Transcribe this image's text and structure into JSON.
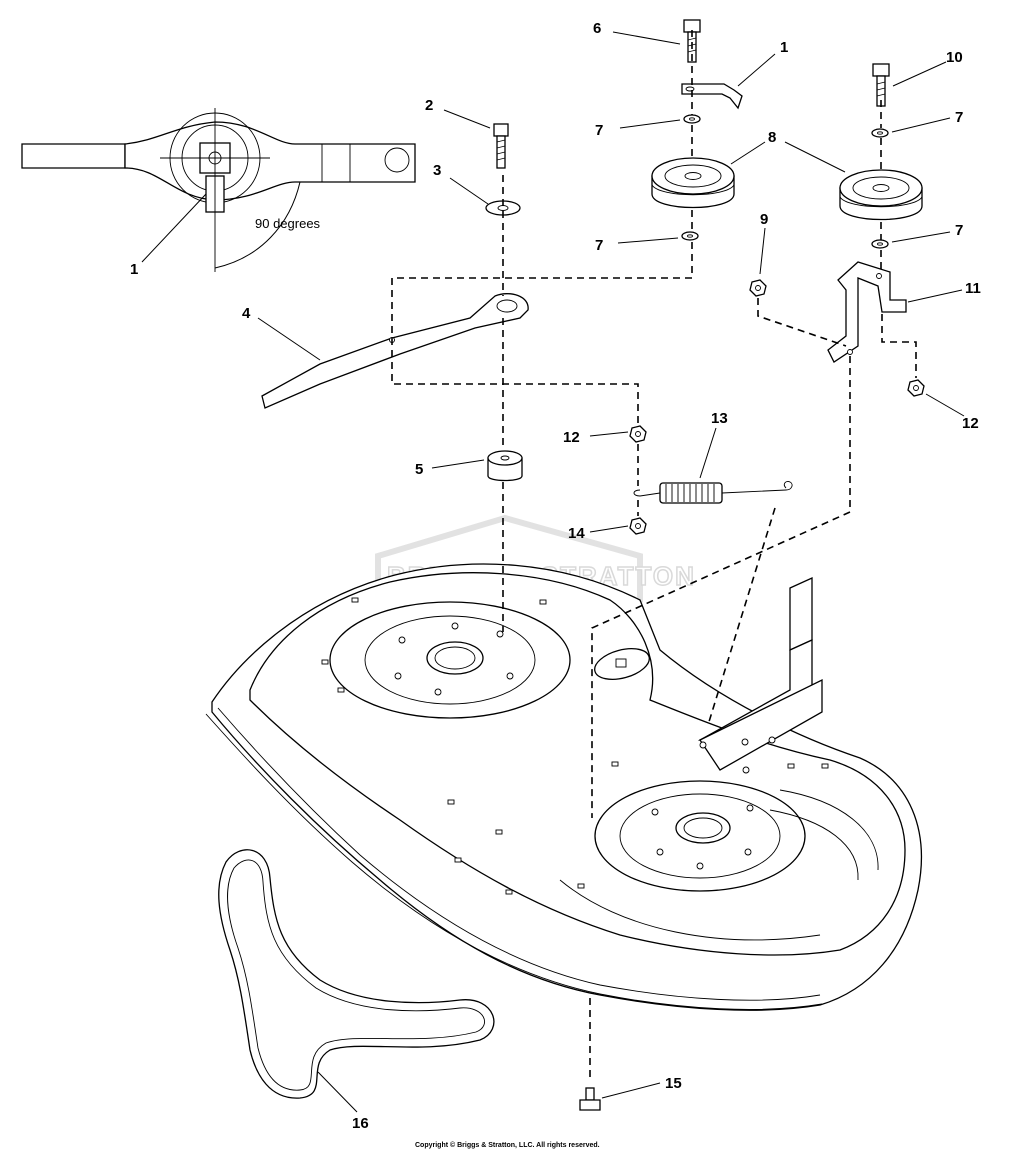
{
  "callouts": {
    "c1_detail": "1",
    "c1_top": "1",
    "c2": "2",
    "c3": "3",
    "c4": "4",
    "c5": "5",
    "c6": "6",
    "c7_a": "7",
    "c7_b": "7",
    "c7_c": "7",
    "c7_d": "7",
    "c8": "8",
    "c9": "9",
    "c10": "10",
    "c11": "11",
    "c12_a": "12",
    "c12_b": "12",
    "c13": "13",
    "c14": "14",
    "c15": "15",
    "c16": "16"
  },
  "detail_note": "90 degrees",
  "watermark": "BRIGGS & STRATTON",
  "copyright": "Copyright © Briggs & Stratton, LLC. All rights reserved."
}
